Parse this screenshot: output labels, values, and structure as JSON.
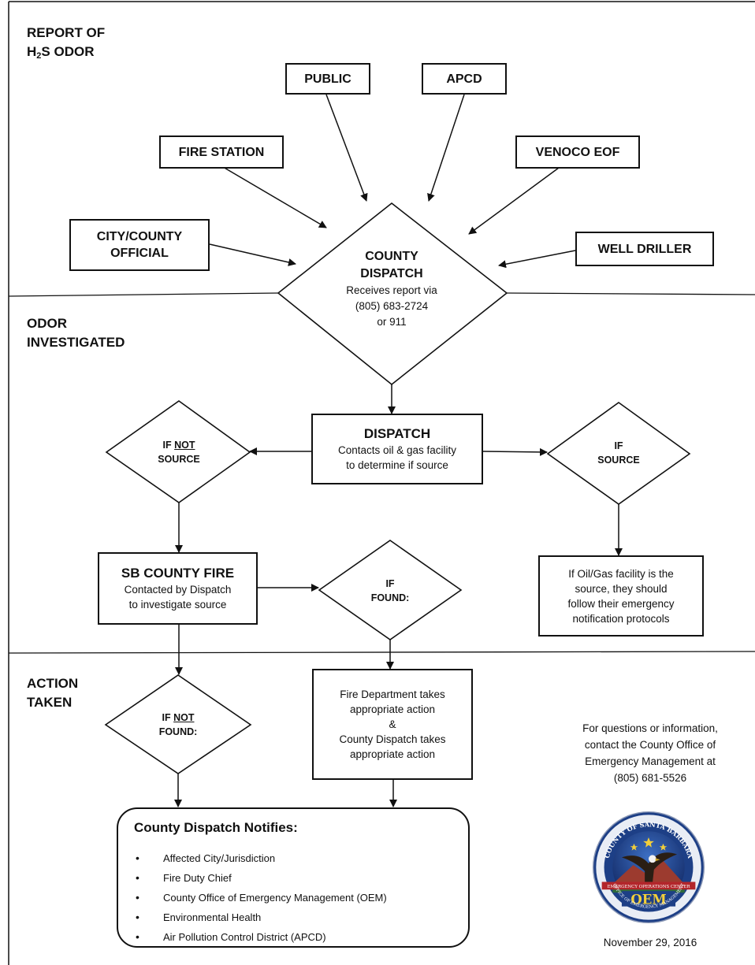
{
  "sections": {
    "report": {
      "line1": "REPORT OF",
      "h2s_pre": "H",
      "h2s_sub": "2",
      "h2s_post": "S ODOR"
    },
    "investigated": {
      "line1": "ODOR",
      "line2": "INVESTIGATED"
    },
    "action": {
      "line1": "ACTION",
      "line2": "TAKEN"
    }
  },
  "sources": {
    "public": "PUBLIC",
    "apcd": "APCD",
    "fire_station": "FIRE STATION",
    "venoco": "VENOCO EOF",
    "official_line1": "CITY/COUNTY",
    "official_line2": "OFFICIAL",
    "well_driller": "WELL DRILLER"
  },
  "county_dispatch": {
    "title1": "COUNTY",
    "title2": "DISPATCH",
    "line1": "Receives report via",
    "line2": "(805) 683-2724",
    "line3": "or 911"
  },
  "dispatch": {
    "title": "DISPATCH",
    "line1": "Contacts oil & gas facility",
    "line2": "to determine if source"
  },
  "if_not_source": {
    "pre": "IF ",
    "underlined": "NOT",
    "line2": "SOURCE"
  },
  "if_source": {
    "line1": "IF",
    "line2": "SOURCE"
  },
  "sb_fire": {
    "title": "SB COUNTY FIRE",
    "line1": "Contacted by Dispatch",
    "line2": "to investigate source"
  },
  "if_found": {
    "line1": "IF",
    "line2": "FOUND:"
  },
  "facility_note": {
    "line1": "If Oil/Gas facility is the",
    "line2": "source, they should",
    "line3": "follow their emergency",
    "line4": "notification protocols"
  },
  "if_not_found": {
    "pre": "IF ",
    "underlined": "NOT",
    "line2": "FOUND:"
  },
  "fire_action": {
    "line1": "Fire Department takes",
    "line2": "appropriate action",
    "line3": "&",
    "line4": "County Dispatch takes",
    "line5": "appropriate action"
  },
  "notifies": {
    "title": "County Dispatch Notifies:",
    "items": [
      "Affected City/Jurisdiction",
      "Fire Duty Chief",
      "County Office of Emergency Management (OEM)",
      "Environmental Health",
      "Air Pollution Control District (APCD)"
    ]
  },
  "contact": {
    "line1": "For questions or information,",
    "line2": "contact the County Office of",
    "line3": "Emergency Management at",
    "line4": "(805) 681-5526"
  },
  "logo": {
    "top_text": "COUNTY OF SANTA BARBARA",
    "band_text": "EMERGENCY OPERATIONS CENTER",
    "oem": "OEM",
    "bottom_text": "OFFICE OF EMERGENCY MANAGEMENT"
  },
  "date": "November 29, 2016",
  "colors": {
    "logo_blue": "#1d3f86",
    "logo_red": "#b3262b",
    "logo_gold": "#c9a227"
  }
}
